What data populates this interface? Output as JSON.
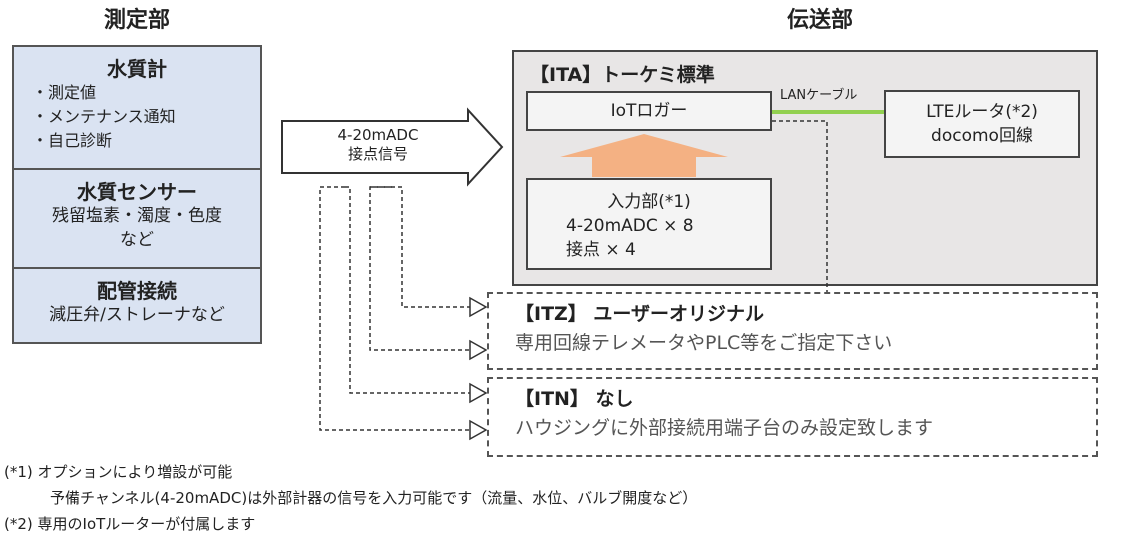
{
  "headings": {
    "measurement": "測定部",
    "transmission": "伝送部"
  },
  "measurement": {
    "meter": {
      "title": "水質計",
      "items": [
        "・測定値",
        "・メンテナンス通知",
        "・自己診断"
      ]
    },
    "sensor": {
      "title": "水質センサー",
      "lines": [
        "残留塩素・濁度・色度",
        "など"
      ]
    },
    "piping": {
      "title": "配管接続",
      "text": "減圧弁/ストレーナなど"
    }
  },
  "signal_arrow": {
    "line1": "4-20mADC",
    "line2": "接点信号"
  },
  "ita": {
    "title": "【ITA】トーケミ標準",
    "logger": "IoTロガー",
    "cable_label": "LANケーブル",
    "lte": {
      "line1": "LTEルータ(*2)",
      "line2": "docomo回線"
    },
    "input": {
      "line1": "入力部(*1)",
      "line2": "4-20mADC × 8",
      "line3": "接点 × 4"
    }
  },
  "itz": {
    "title": "【ITZ】 ユーザーオリジナル",
    "desc": "専用回線テレメータやPLC等をご指定下さい"
  },
  "itn": {
    "title": "【ITN】 なし",
    "desc": "ハウジングに外部接続用端子台のみ設定致します"
  },
  "notes": {
    "n1": "(*1) オプションにより増設が可能",
    "n1b": "予備チャンネル(4-20mADC)は外部計器の信号を入力可能です（流量、水位、バルブ開度など）",
    "n2": "(*2) 専用のIoTルーターが付属します"
  },
  "colors": {
    "left_fill": "#dae3f2",
    "panel_fill": "#e8e6e6",
    "up_arrow": "#f4b183",
    "lan_line": "#92d050"
  }
}
